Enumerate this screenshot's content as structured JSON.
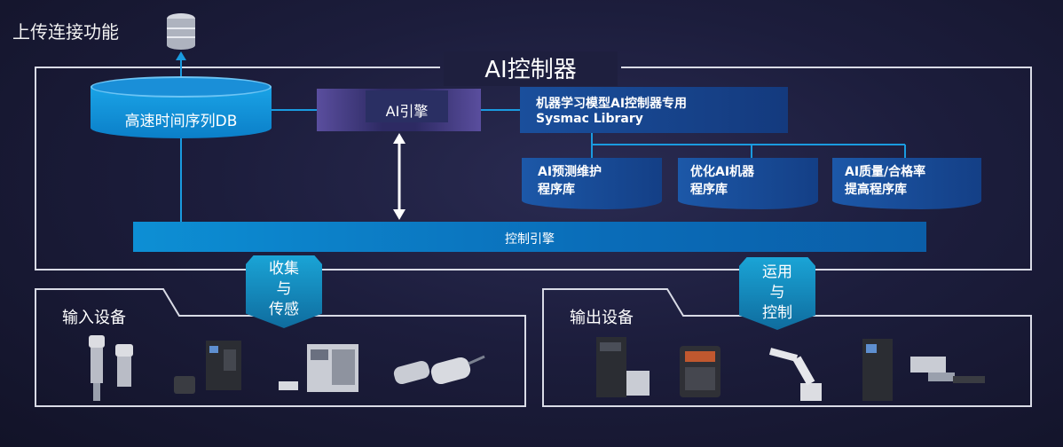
{
  "upload": {
    "title": "上传连接功能",
    "icon": "database-icon"
  },
  "controller": {
    "title": "AI控制器"
  },
  "db": {
    "label": "高速时间序列DB"
  },
  "engine": {
    "label": "AI引擎"
  },
  "library": {
    "line1": "机器学习模型AI控制器专用",
    "line2": "Sysmac Library"
  },
  "docs": [
    {
      "line1": "AI预测维护",
      "line2": "程序库"
    },
    {
      "line1": "优化AI机器",
      "line2": "程序库"
    },
    {
      "line1": "AI质量/合格率",
      "line2": "提高程序库"
    }
  ],
  "control_engine": {
    "label": "控制引擎"
  },
  "badges": {
    "collect": {
      "l1": "收集",
      "l2": "与",
      "l3": "传感"
    },
    "apply": {
      "l1": "运用",
      "l2": "与",
      "l3": "控制"
    }
  },
  "input_devices": {
    "title": "输入设备",
    "items": [
      "sensor-icon",
      "sensor-icon",
      "controller-icon",
      "controller-icon",
      "proximity-sensor-icon"
    ]
  },
  "output_devices": {
    "title": "输出设备",
    "items": [
      "servo-drive-icon",
      "inverter-icon",
      "robot-arm-icon",
      "servo-drive-icon",
      "linear-module-icon"
    ]
  },
  "colors": {
    "accent_blue": "#0b8ad0",
    "engine_purple": "#4a3f8f",
    "library_blue": "#1a4f9c",
    "frame": "#d9dbe6"
  }
}
